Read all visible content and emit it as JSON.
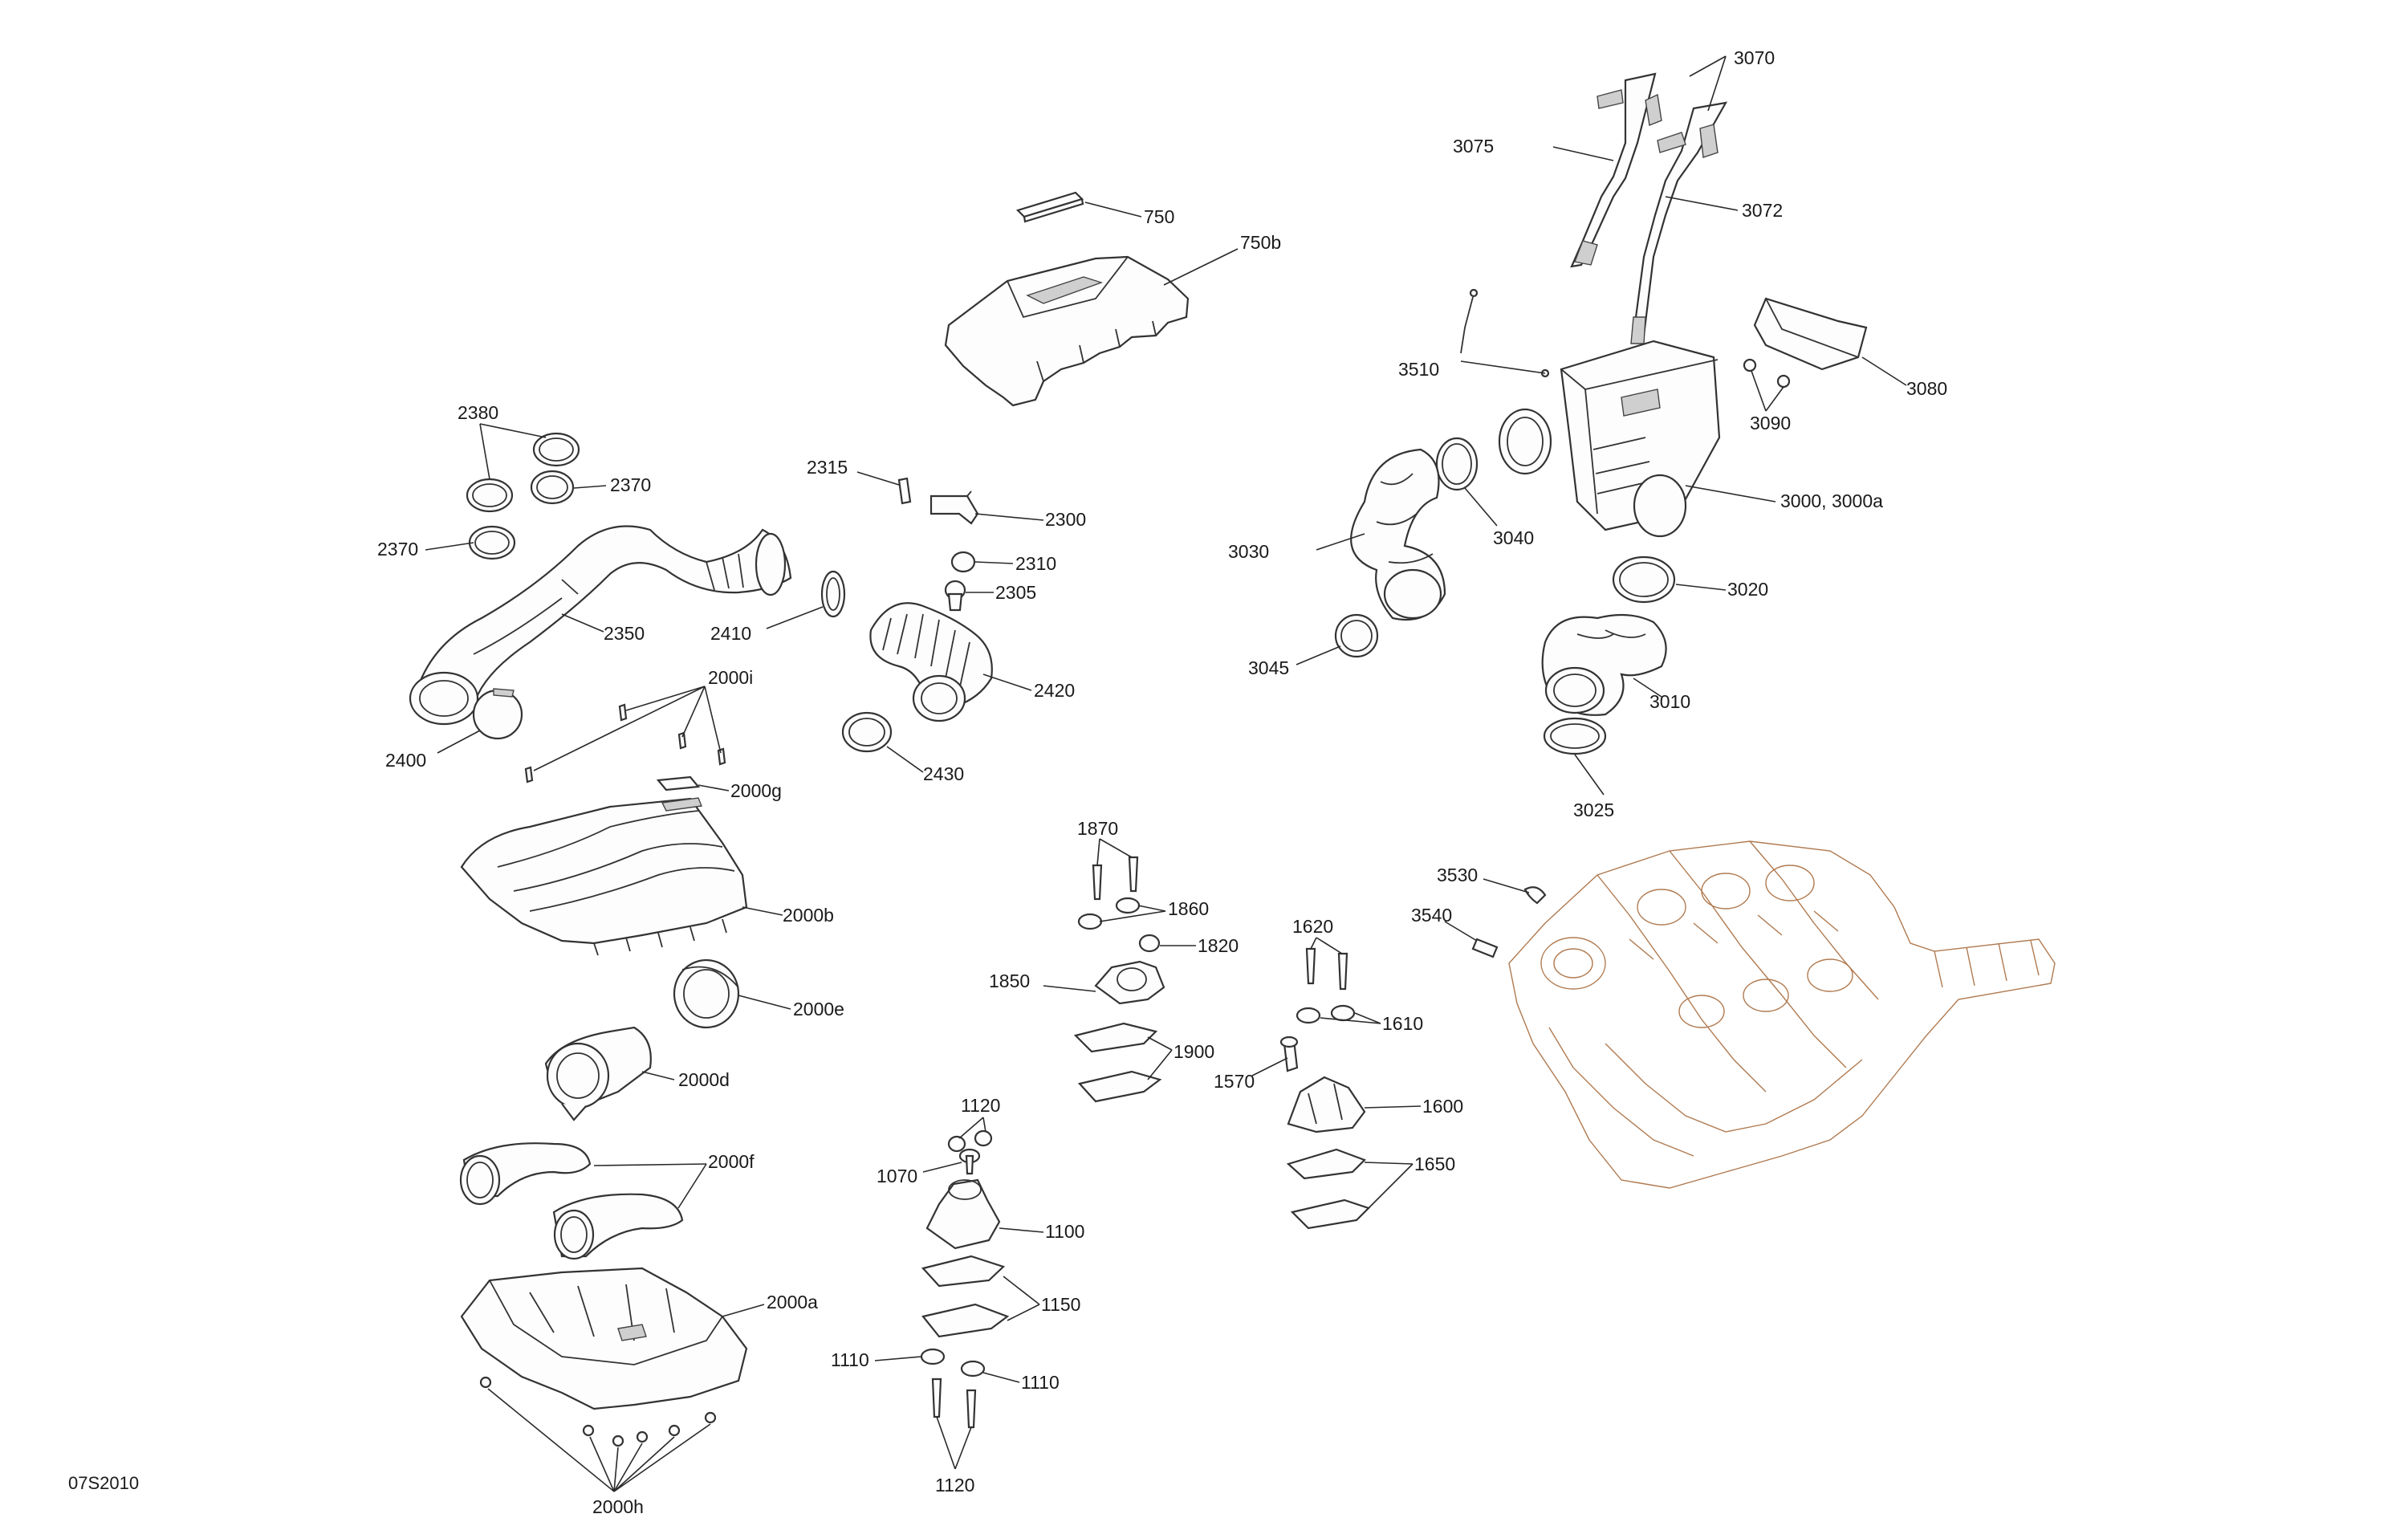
{
  "figure_id": "07S2010",
  "callouts": {
    "c750": "750",
    "c750b": "750b",
    "c3070": "3070",
    "c3075": "3075",
    "c3072": "3072",
    "c3510": "3510",
    "c3080": "3080",
    "c3090": "3090",
    "c3000": "3000, 3000a",
    "c3040": "3040",
    "c3030": "3030",
    "c3020": "3020",
    "c3010": "3010",
    "c3045": "3045",
    "c3025": "3025",
    "c2380": "2380",
    "c2370a": "2370",
    "c2370b": "2370",
    "c2350": "2350",
    "c2400": "2400",
    "c2410": "2410",
    "c2315": "2315",
    "c2300": "2300",
    "c2310": "2310",
    "c2305": "2305",
    "c2420": "2420",
    "c2430": "2430",
    "c2000i": "2000i",
    "c2000g": "2000g",
    "c2000b": "2000b",
    "c2000e": "2000e",
    "c2000d": "2000d",
    "c2000f": "2000f",
    "c2000a": "2000a",
    "c2000h": "2000h",
    "c1870": "1870",
    "c1860": "1860",
    "c1820": "1820",
    "c1850": "1850",
    "c1900": "1900",
    "c1620": "1620",
    "c1610": "1610",
    "c1570": "1570",
    "c1600": "1600",
    "c1650": "1650",
    "c3530": "3530",
    "c3540": "3540",
    "c1120a": "1120",
    "c1070": "1070",
    "c1100": "1100",
    "c1150": "1150",
    "c1110a": "1110",
    "c1110b": "1110",
    "c1120b": "1120"
  }
}
